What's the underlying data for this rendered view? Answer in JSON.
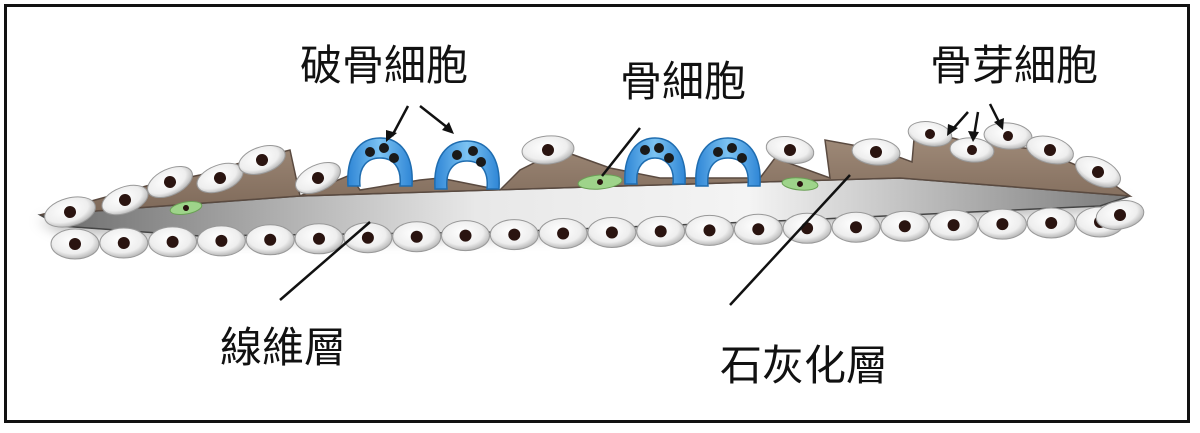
{
  "labels": {
    "osteoclast": "破骨細胞",
    "osteocyte": "骨細胞",
    "osteoblast": "骨芽細胞",
    "fibrous_layer": "線維層",
    "calcified_layer": "石灰化層"
  },
  "colors": {
    "osteoclast": "#4da6e8",
    "osteocyte": "#9ed48a",
    "bone_matrix": "#8e7866",
    "fibrous_band": "#bdbdbd",
    "nucleus": "#2a1410"
  }
}
